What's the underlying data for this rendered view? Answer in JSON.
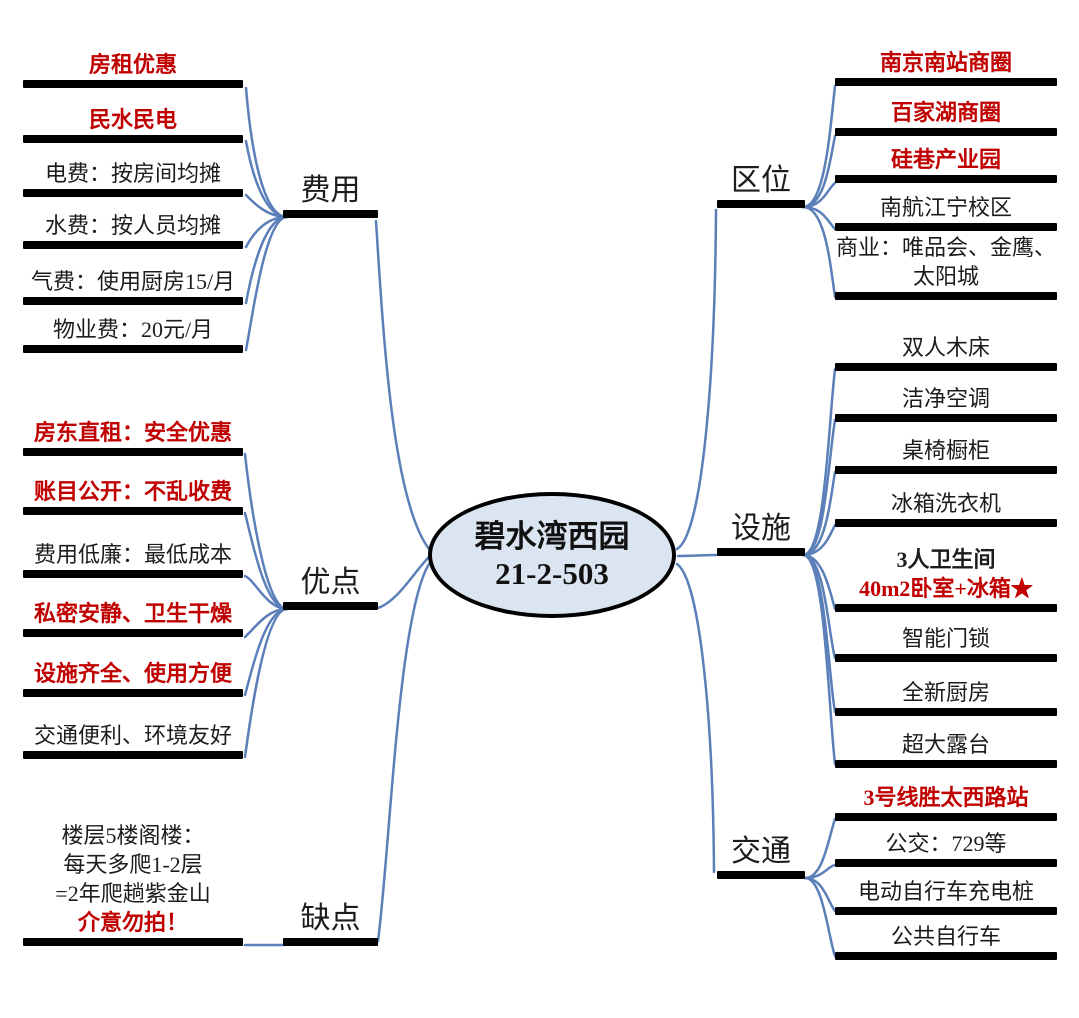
{
  "center": {
    "line1": "碧水湾西园",
    "line2": "21-2-503"
  },
  "colors": {
    "emphasis_red": "#c00000",
    "text_black": "#1c1c1c",
    "node_bar": "#000000",
    "connector_blue": "#5b7fb8",
    "center_fill": "#dbe5f1"
  },
  "branches": {
    "fees": {
      "label": "费用",
      "items": [
        {
          "label": "房租优惠",
          "emphasis": true
        },
        {
          "label": "民水民电",
          "emphasis": true
        },
        {
          "label": "电费：按房间均摊",
          "emphasis": false
        },
        {
          "label": "水费：按人员均摊",
          "emphasis": false
        },
        {
          "label": "气费：使用厨房15/月",
          "emphasis": false
        },
        {
          "label": "物业费：20元/月",
          "emphasis": false
        }
      ]
    },
    "pros": {
      "label": "优点",
      "items": [
        {
          "label": "房东直租：安全优惠",
          "emphasis": true
        },
        {
          "label": "账目公开：不乱收费",
          "emphasis": true
        },
        {
          "label": "费用低廉：最低成本",
          "emphasis": false
        },
        {
          "label": "私密安静、卫生干燥",
          "emphasis": true
        },
        {
          "label": "设施齐全、使用方便",
          "emphasis": true
        },
        {
          "label": "交通便利、环境友好",
          "emphasis": false
        }
      ]
    },
    "cons": {
      "label": "缺点",
      "items": [
        {
          "lines": [
            "楼层5楼阁楼：",
            "每天多爬1-2层",
            "=2年爬趟紫金山",
            "介意勿拍！"
          ],
          "red_line": "介意勿拍！"
        }
      ]
    },
    "location": {
      "label": "区位",
      "items": [
        {
          "label": "南京南站商圈",
          "emphasis": true
        },
        {
          "label": "百家湖商圈",
          "emphasis": true
        },
        {
          "label": "硅巷产业园",
          "emphasis": true
        },
        {
          "label": "南航江宁校区",
          "emphasis": false
        },
        {
          "label": "商业：唯品会、金鹰、太阳城",
          "emphasis": false
        }
      ]
    },
    "facilities": {
      "label": "设施",
      "items": [
        {
          "label": "双人木床",
          "emphasis": false
        },
        {
          "label": "洁净空调",
          "emphasis": false
        },
        {
          "label": "桌椅橱柜",
          "emphasis": false
        },
        {
          "label": "冰箱洗衣机",
          "emphasis": false
        },
        {
          "line1": "3人卫生间",
          "line2": "40m2卧室+冰箱★",
          "emphasis_line2": true
        },
        {
          "label": "智能门锁",
          "emphasis": false
        },
        {
          "label": "全新厨房",
          "emphasis": false
        },
        {
          "label": "超大露台",
          "emphasis": false
        }
      ]
    },
    "transport": {
      "label": "交通",
      "items": [
        {
          "label": "3号线胜太西路站",
          "emphasis": true
        },
        {
          "label": "公交：729等",
          "emphasis": false
        },
        {
          "label": "电动自行车充电桩",
          "emphasis": false
        },
        {
          "label": "公共自行车",
          "emphasis": false
        }
      ]
    }
  }
}
